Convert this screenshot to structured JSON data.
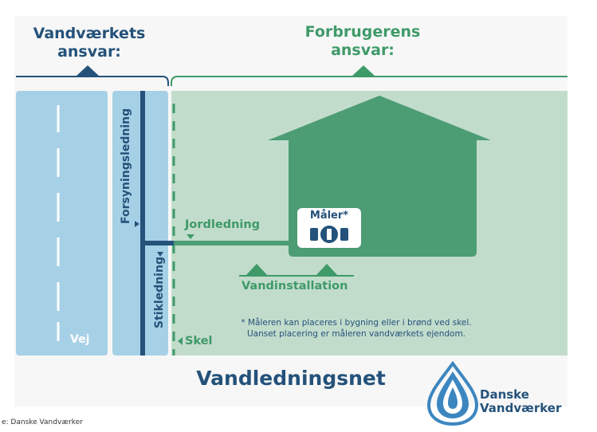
{
  "headings": {
    "left": [
      "Vandværkets",
      "ansvar:"
    ],
    "right": [
      "Forbrugerens",
      "ansvar:"
    ]
  },
  "labels": {
    "supply_line": "Forsyningsledning",
    "service_line": "Stikledning",
    "ground_line": "Jordledning",
    "meter": "Måler*",
    "water_installation": "Vandinstallation",
    "boundary": "Skel",
    "road": "Vej"
  },
  "note": {
    "line1": "* Måleren kan placeres i bygning eller i brønd ved skel.",
    "line2": "Uanset placering er måleren vandværkets ejendom."
  },
  "title": "Vandledningsnet",
  "logo": {
    "line1": "Danske",
    "line2": "Vandværker"
  },
  "source": "e: Danske Vandværker",
  "colors": {
    "navy": "#24527a",
    "road_blue": "#a6d0e6",
    "consumer_green": "#c2dccc",
    "house_green": "#4c9c74",
    "accent_green": "#3f9a69",
    "background": "#ffffff"
  }
}
